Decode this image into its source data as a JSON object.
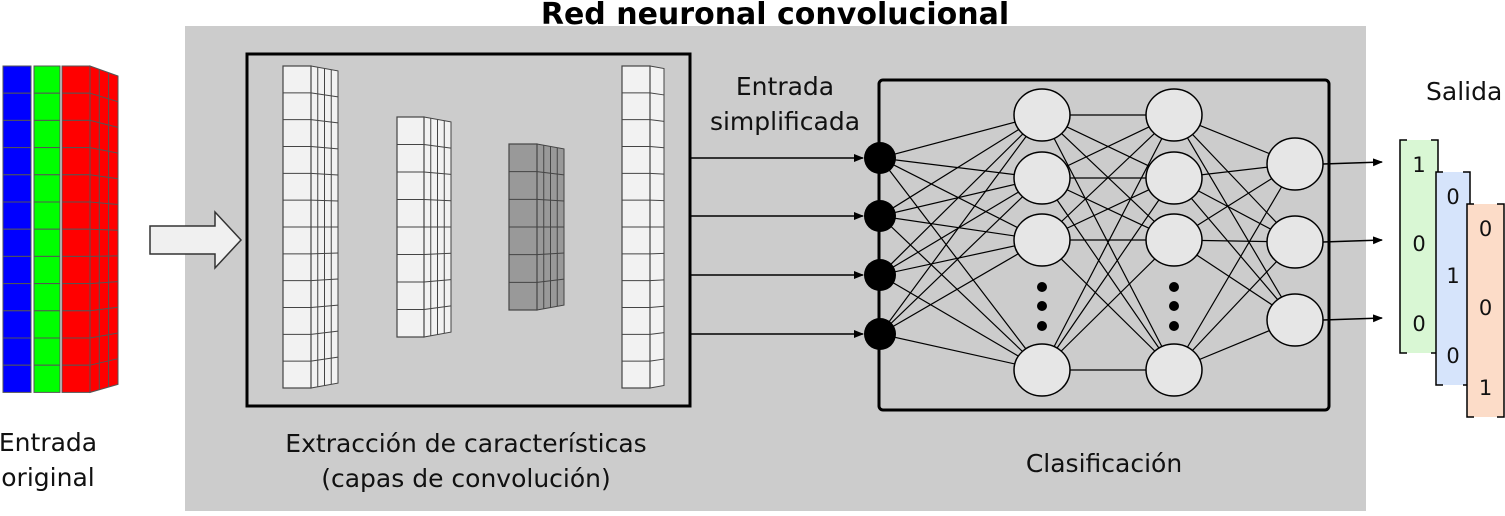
{
  "title": "Red neuronal convolucional",
  "input_label": [
    "Entrada",
    "original"
  ],
  "feature_label": [
    "Extracción de características",
    "(capas de convolución)"
  ],
  "flattened_label": [
    "Entrada",
    "simplificada"
  ],
  "classification_label": "Clasificación",
  "output_label": "Salida",
  "output_vectors": [
    {
      "values": [
        "1",
        "0",
        "0"
      ],
      "color": "#d9f7d4"
    },
    {
      "values": [
        "0",
        "1",
        "0"
      ],
      "color": "#d6e4fb"
    },
    {
      "values": [
        "0",
        "0",
        "1"
      ],
      "color": "#fcdcc8"
    }
  ],
  "colors": {
    "panel": "#cccccc",
    "channel_blue": "#0000ff",
    "channel_green": "#00ff00",
    "channel_red": "#ff0000",
    "node_fill": "#e6e6e6",
    "dark_feature": "#999999"
  }
}
